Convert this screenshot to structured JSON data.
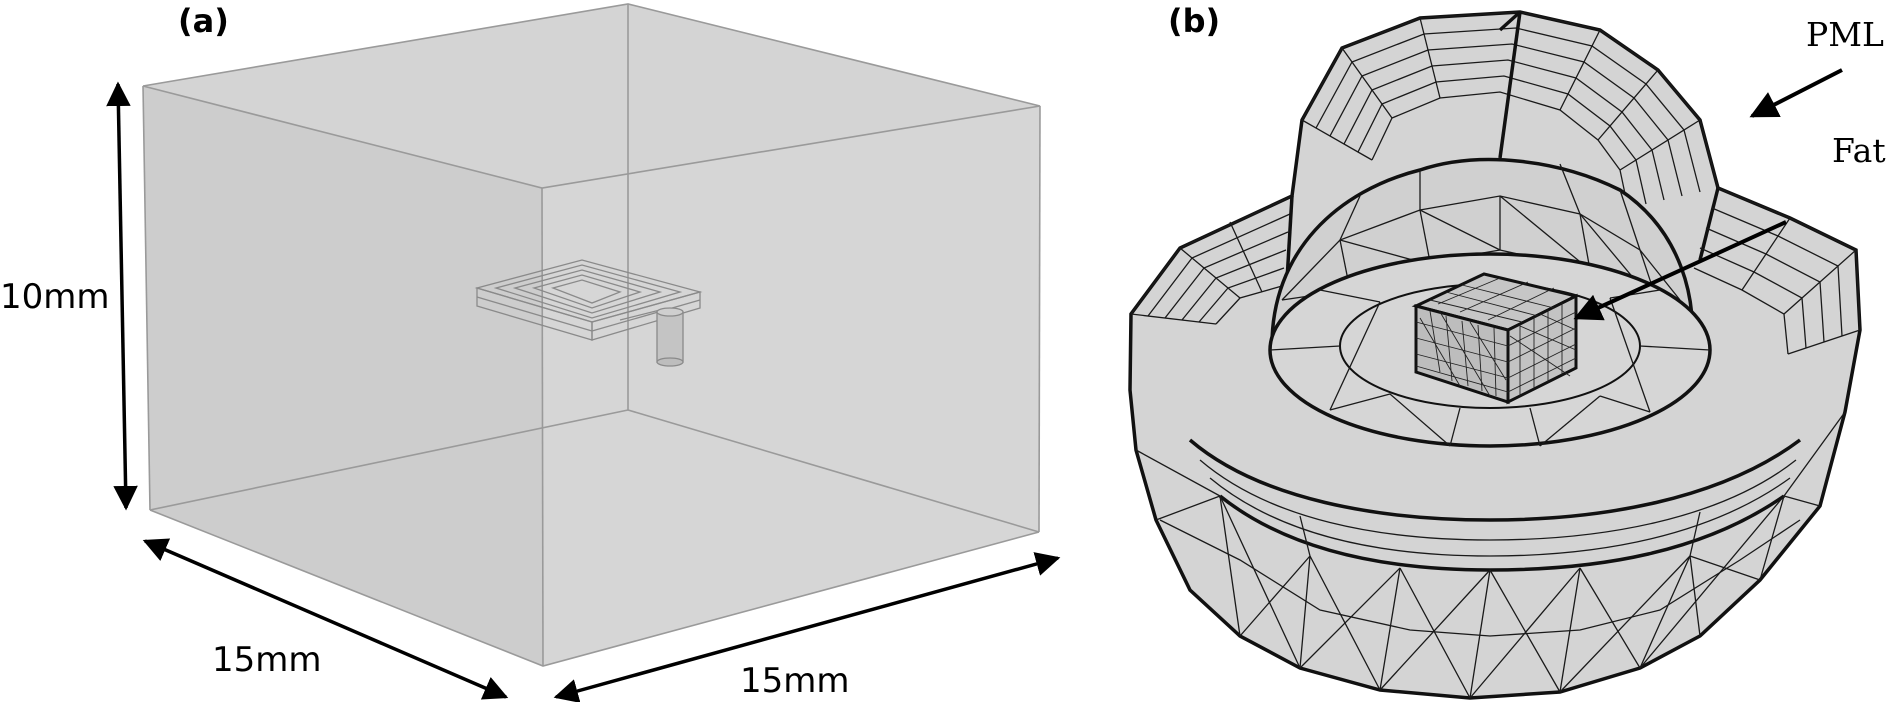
{
  "panels": {
    "a": {
      "label": "(a)",
      "height_label": "10mm",
      "depth_label": "15mm",
      "width_label": "15mm"
    },
    "b": {
      "label": "(b)",
      "pml_label": "PML",
      "fat_label": "Fat"
    }
  },
  "colors": {
    "box_fill": "#d8d8d8",
    "mesh_fill": "#d3d3d3",
    "line": "#000000"
  }
}
